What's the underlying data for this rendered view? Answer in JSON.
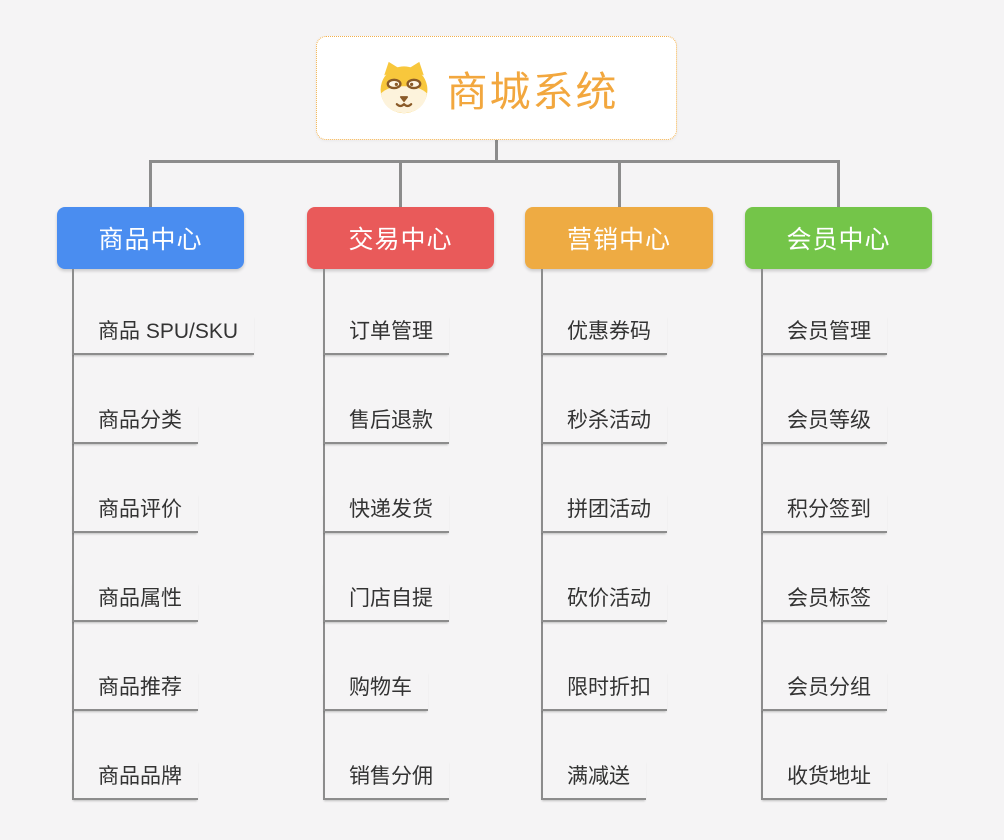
{
  "app": {
    "type": "mindmap",
    "background_color": "#f5f4f5",
    "connector_color": "#8c8c8c"
  },
  "root": {
    "title": "商城系统",
    "icon": "shiba-dog-icon",
    "text_color": "#f2a73e",
    "border_color": "#f3b04a"
  },
  "branches": [
    {
      "label": "商品中心",
      "color": "#4a8df0",
      "children": [
        "商品 SPU/SKU",
        "商品分类",
        "商品评价",
        "商品属性",
        "商品推荐",
        "商品品牌"
      ]
    },
    {
      "label": "交易中心",
      "color": "#e95a5a",
      "children": [
        "订单管理",
        "售后退款",
        "快递发货",
        "门店自提",
        "购物车",
        "销售分佣"
      ]
    },
    {
      "label": "营销中心",
      "color": "#eeab43",
      "children": [
        "优惠券码",
        "秒杀活动",
        "拼团活动",
        "砍价活动",
        "限时折扣",
        "满减送"
      ]
    },
    {
      "label": "会员中心",
      "color": "#74c549",
      "children": [
        "会员管理",
        "会员等级",
        "积分签到",
        "会员标签",
        "会员分组",
        "收货地址"
      ]
    }
  ]
}
